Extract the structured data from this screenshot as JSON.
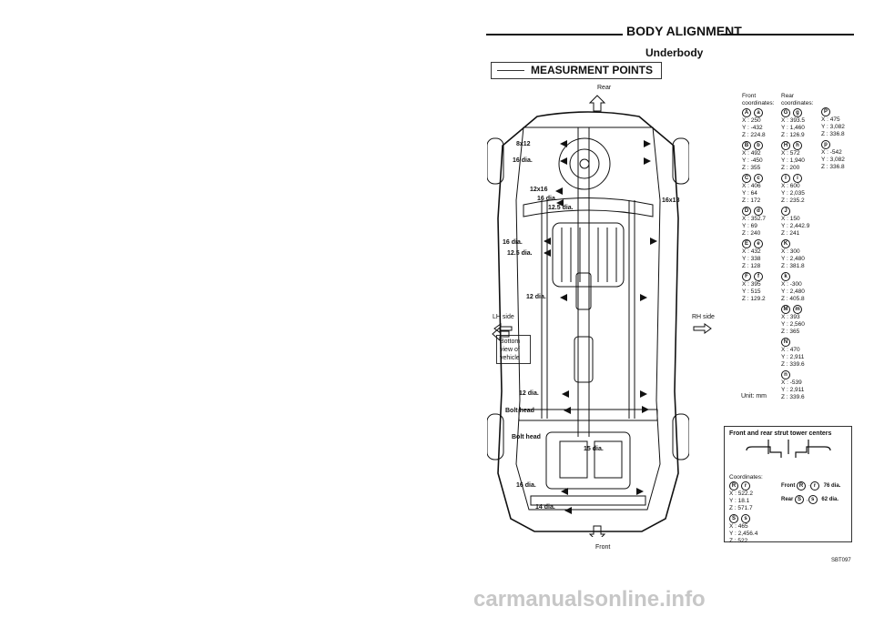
{
  "header": {
    "title": "BODY ALIGNMENT",
    "subtitle": "Underbody"
  },
  "section_title": "MEASURMENT POINTS",
  "diagram": {
    "rear_label": "Rear",
    "front_label": "Front",
    "lh_side": "LH side",
    "rh_side": "RH side",
    "bottom_view": [
      "Bottom",
      "view of",
      "vehicle"
    ],
    "left_callouts": [
      "8x12",
      "16 dia.",
      "12x16",
      "16 dia.",
      "12.5 dia.",
      "16 dia.",
      "12.5 dia.",
      "12 dia.",
      "12 dia.",
      "Bolt head",
      "Bolt head",
      "16 dia.",
      "14 dia."
    ],
    "right_callouts": [
      "16x18",
      "15 dia."
    ]
  },
  "front_coordinates": {
    "heading": [
      "Front",
      "coordinates:"
    ],
    "points": [
      {
        "marks": [
          "A",
          "a"
        ],
        "x": "250",
        "y": "-432",
        "z": "224.8"
      },
      {
        "marks": [
          "B",
          "b"
        ],
        "x": "492",
        "y": "-450",
        "z": "355"
      },
      {
        "marks": [
          "C",
          "c"
        ],
        "x": "406",
        "y": "64",
        "z": "172"
      },
      {
        "marks": [
          "D",
          "d"
        ],
        "x": "352.7",
        "y": "69",
        "z": "240"
      },
      {
        "marks": [
          "E",
          "e"
        ],
        "x": "432",
        "y": "338",
        "z": "128"
      },
      {
        "marks": [
          "F",
          "f"
        ],
        "x": "395",
        "y": "515",
        "z": "129.2"
      }
    ]
  },
  "rear_coordinates": {
    "heading": [
      "Rear",
      "coordinates:"
    ],
    "points": [
      {
        "marks": [
          "G",
          "g"
        ],
        "x": "393.5",
        "y": "1,460",
        "z": "126.9"
      },
      {
        "marks": [
          "H",
          "h"
        ],
        "x": "572",
        "y": "1,940",
        "z": "200"
      },
      {
        "marks": [
          "I",
          "i"
        ],
        "x": "600",
        "y": "2,035",
        "z": "235.2"
      },
      {
        "marks": [
          "J"
        ],
        "x": "150",
        "y": "2,442.9",
        "z": "241"
      },
      {
        "marks": [
          "K"
        ],
        "x": "300",
        "y": "2,480",
        "z": "381.8"
      },
      {
        "marks": [
          "k"
        ],
        "x": "-300",
        "y": "2,480",
        "z": "405.8"
      },
      {
        "marks": [
          "M",
          "m"
        ],
        "x": "393",
        "y": "2,560",
        "z": "365"
      },
      {
        "marks": [
          "N"
        ],
        "x": "470",
        "y": "2,911",
        "z": "339.6"
      },
      {
        "marks": [
          "n"
        ],
        "x": "-539",
        "y": "2,911",
        "z": "339.6"
      }
    ]
  },
  "extra_coordinates": {
    "points": [
      {
        "marks": [
          "P"
        ],
        "x": "475",
        "y": "3,082",
        "z": "336.8"
      },
      {
        "marks": [
          "p"
        ],
        "x": "-542",
        "y": "3,082",
        "z": "336.8"
      }
    ]
  },
  "unit": "Unit: mm",
  "strut": {
    "title": "Front and rear strut tower centers",
    "coordinates_label": "Coordinates:",
    "points": [
      {
        "marks": [
          "R",
          "r"
        ],
        "x": "522.2",
        "y": "18.1",
        "z": "571.7"
      },
      {
        "marks": [
          "S",
          "s"
        ],
        "x": "465",
        "y": "2,456.4",
        "z": "522"
      }
    ],
    "front_note": "Front",
    "front_dia": "76 dia.",
    "rear_note": "Rear",
    "rear_dia": "62 dia."
  },
  "figure_code": "SBT097",
  "watermark": "carmanualsonline.info"
}
